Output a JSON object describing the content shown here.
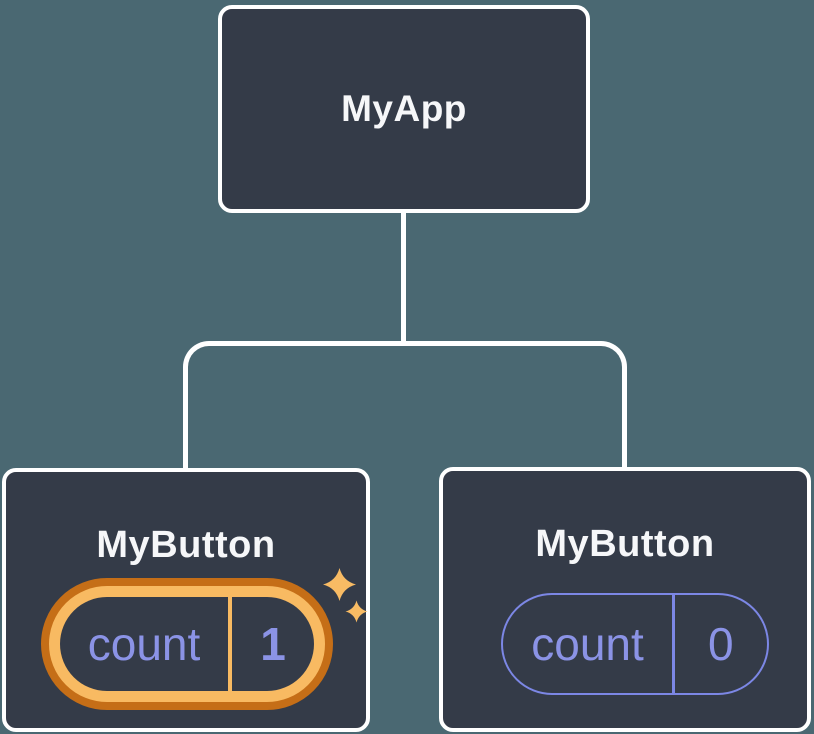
{
  "colors": {
    "background": "#4a6872",
    "card_bg": "#343b48",
    "card_border": "#ffffff",
    "connector": "#ffffff",
    "label_text": "#f6f7f9",
    "state_purple": "#8b93e6",
    "state_pill_border": "#7c87e5",
    "highlight_dark": "#c56e17",
    "highlight_light": "#f8ba62",
    "sparkle": "#f8bb64"
  },
  "tree": {
    "root": {
      "label": "MyApp"
    },
    "children": [
      {
        "label": "MyButton",
        "state": {
          "name": "count",
          "value": "1"
        },
        "highlighted": true
      },
      {
        "label": "MyButton",
        "state": {
          "name": "count",
          "value": "0"
        },
        "highlighted": false
      }
    ]
  }
}
